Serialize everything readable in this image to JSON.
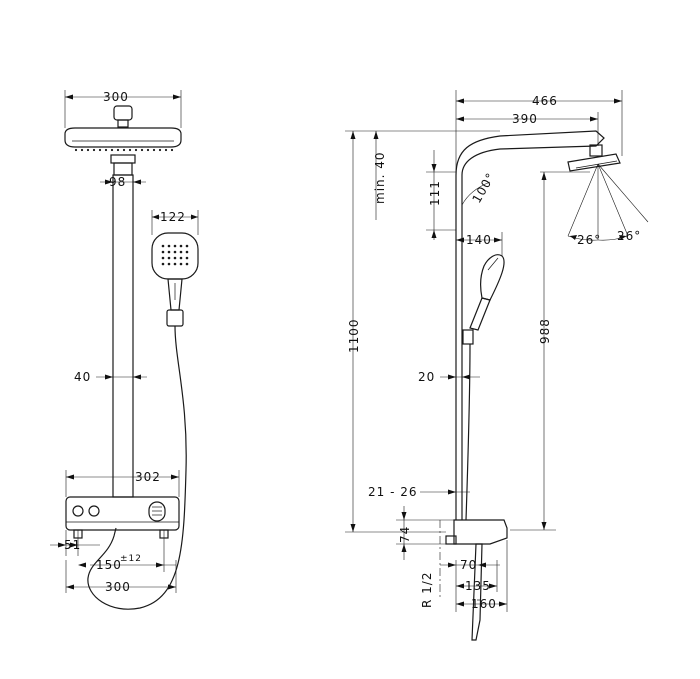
{
  "front_view": {
    "head_width": "300",
    "arm_diameter": "98",
    "handshower_width": "122",
    "pipe_diameter": "40",
    "thermostat_width": "302",
    "inlet_offset": "51",
    "inlet_spacing": "150",
    "inlet_tolerance": "±12",
    "total_width": "300"
  },
  "side_view": {
    "projection_total": "466",
    "projection_arm": "390",
    "head_height": "111",
    "tilt_angle": "100°",
    "min_height": "min. 40",
    "total_height": "1100",
    "handshower_depth": "140",
    "height_988": "988",
    "wall_gap": "20",
    "wall_distance": "21 - 26",
    "thermostat_height": "74",
    "thread": "R 1/2",
    "depth_70": "70",
    "depth_135": "135",
    "depth_160": "160",
    "swivel_left": "26°",
    "swivel_right": "26°"
  },
  "colors": {
    "line": "#1a1a1a",
    "background": "#ffffff"
  }
}
